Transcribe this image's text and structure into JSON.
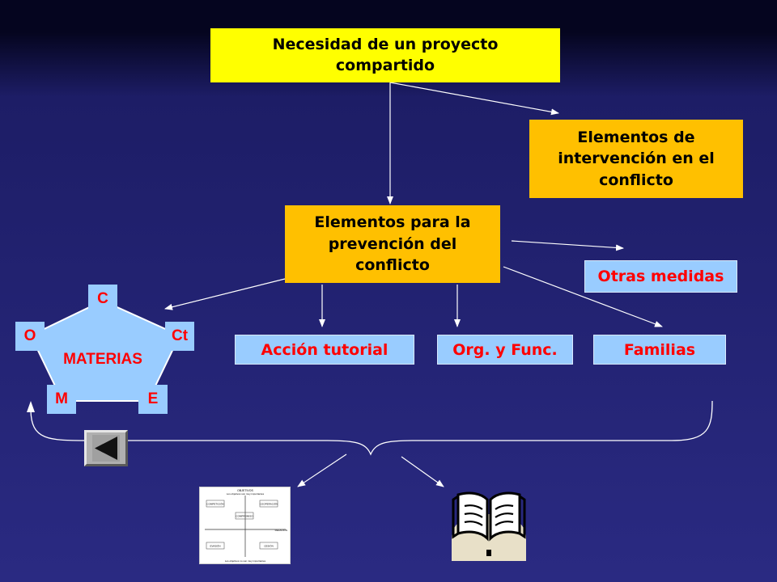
{
  "top": {
    "label": "Necesidad de un proyecto compartido"
  },
  "intervention": {
    "label": "Elementos de intervención en el conflicto"
  },
  "prevention": {
    "label": "Elementos para la prevención del conflicto"
  },
  "other_measures": {
    "label": "Otras medidas"
  },
  "actions": [
    {
      "label": "Acción tutorial"
    },
    {
      "label": "Org. y Func."
    },
    {
      "label": "Familias"
    }
  ],
  "materias": {
    "label": "MATERIAS",
    "vertices": [
      "C",
      "Ct",
      "E",
      "M",
      "O"
    ]
  },
  "thumbnail": {
    "top_label": "OBJETIVOS",
    "subtitle": "Los objetivos son muy importantes",
    "bottom_label": "Los objetivos no son muy importantes",
    "right_label": "RELACIÓN",
    "cells": [
      "COMPETICIÓN",
      "COOPERACIÓN",
      "COMPROMISO",
      "EVASIÓN",
      "CESIÓN"
    ]
  },
  "colors": {
    "yellow": "#ffff00",
    "orange": "#ffc000",
    "light_blue": "#99ccff",
    "label_red": "#ff0000",
    "arrow": "#ffffff"
  },
  "icons": {
    "back": "back-triangle-icon",
    "book": "open-book-icon",
    "thumbnail": "conflict-grid-thumbnail"
  }
}
